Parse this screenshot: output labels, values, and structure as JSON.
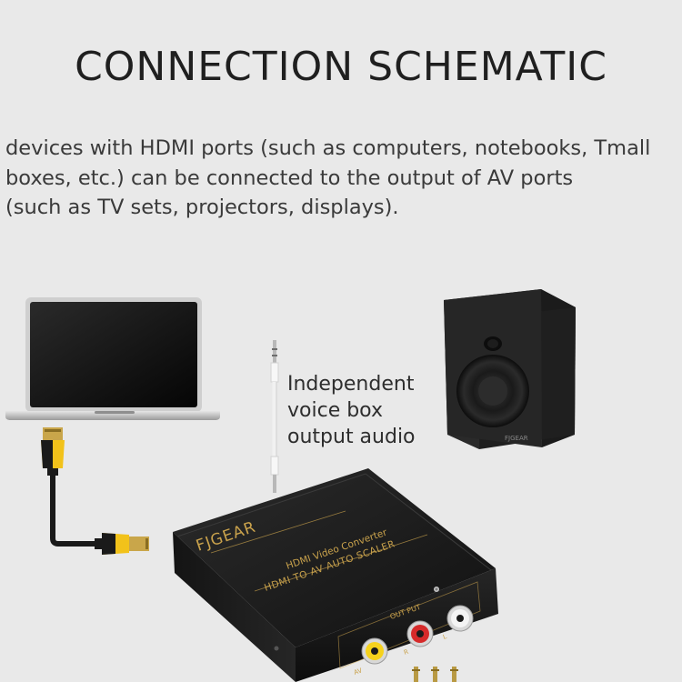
{
  "header": {
    "title": "CONNECTION SCHEMATIC"
  },
  "description": {
    "lines": [
      "devices with HDMI ports (such as computers, notebooks, Tmall",
      "boxes, etc.) can be connected to the output of AV ports",
      "(such as TV sets, projectors, displays)."
    ]
  },
  "audio_callout": {
    "lines": [
      "Independent",
      "voice box",
      "output audio"
    ]
  },
  "converter": {
    "brand": "FJGEAR",
    "model_line1": "HDMI Video Converter",
    "model_line2": "HDMI TO AV AUTO SCALER",
    "output_label": "OUT PUT",
    "port_labels": [
      "AV",
      "R",
      "L"
    ]
  },
  "colors": {
    "background": "#e9e9e9",
    "cable_yellow": "#f2c21a",
    "converter_body": "#1d1d1d",
    "gold_text": "#c9a24c",
    "rca_yellow": "#f6d21c",
    "rca_red": "#d62a2a",
    "rca_white": "#f4f4f4"
  }
}
